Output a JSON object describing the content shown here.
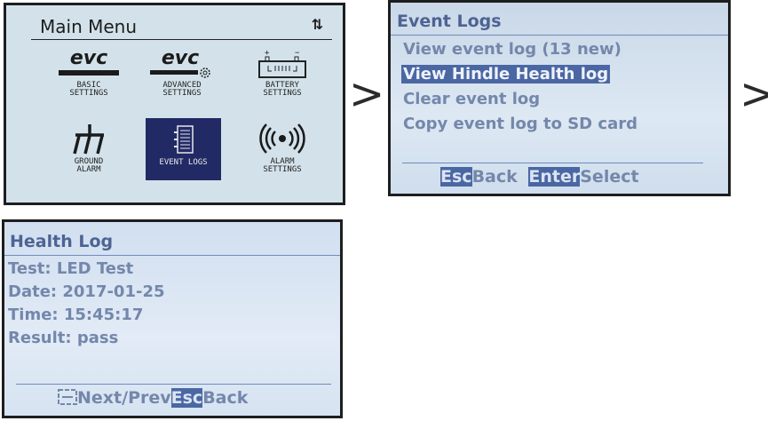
{
  "main_menu": {
    "title": "Main Menu",
    "sort_icon": "sort-arrows-icon",
    "items": [
      {
        "label1": "BASIC",
        "label2": "SETTINGS",
        "icon": "evc-logo-icon"
      },
      {
        "label1": "ADVANCED",
        "label2": "SETTINGS",
        "icon": "evc-gear-icon"
      },
      {
        "label1": "BATTERY",
        "label2": "SETTINGS",
        "icon": "battery-icon"
      },
      {
        "label1": "GROUND",
        "label2": "ALARM",
        "icon": "ground-icon"
      },
      {
        "label1": "EVENT LOGS",
        "label2": "",
        "icon": "event-log-icon",
        "selected": true
      },
      {
        "label1": "ALARM",
        "label2": "SETTINGS",
        "icon": "alarm-icon"
      }
    ],
    "logo_text": "evc"
  },
  "event_logs": {
    "title": "Event Logs",
    "items": [
      "View event log (13 new)",
      "View Hindle Health log",
      "Clear event log",
      "Copy event log to SD card"
    ],
    "selected_index": 1,
    "footer": {
      "esc_key": "Esc",
      "esc_label": "Back",
      "enter_key": "Enter",
      "enter_label": "Select"
    }
  },
  "health_log": {
    "title": "Health Log",
    "rows": [
      "Test: LED Test",
      "Date: 2017-01-25",
      "Time: 15:45:17",
      "Result: pass"
    ],
    "footer": {
      "nav_label": "Next/Prev",
      "esc_key": "Esc",
      "esc_label": "Back"
    }
  },
  "arrows": [
    ">",
    ">"
  ]
}
